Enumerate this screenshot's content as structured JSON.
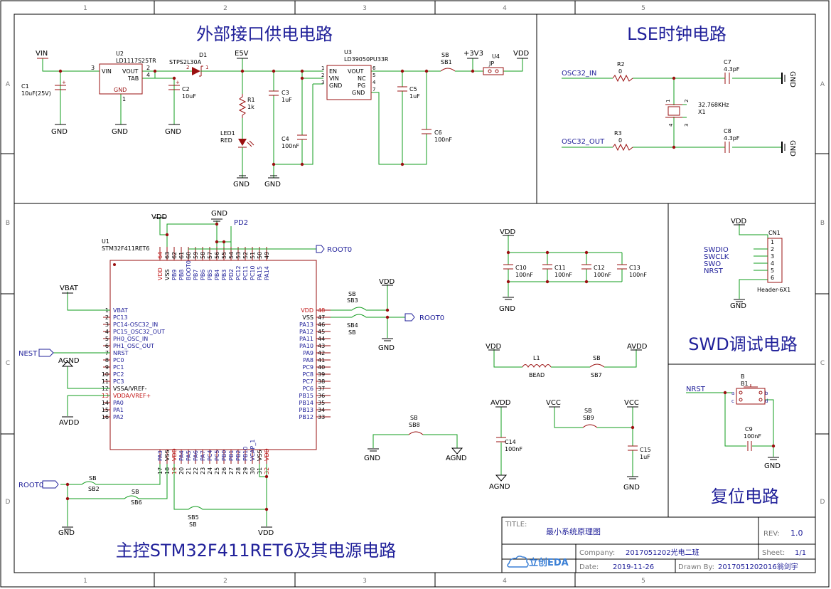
{
  "border": {
    "columns": [
      "1",
      "2",
      "3",
      "4",
      "5"
    ],
    "rows": [
      "A",
      "B",
      "C",
      "D"
    ]
  },
  "sections": {
    "power": "外部接口供电电路",
    "lse": "LSE时钟电路",
    "swd": "SWD调试电路",
    "reset": "复位电路",
    "main": "主控STM32F411RET6及其电源电路"
  },
  "power": {
    "vin": "VIN",
    "u2_ref": "U2",
    "u2_part": "LD1117S25TR",
    "u2_pin_vin": "VIN",
    "u2_pin_vout": "VOUT",
    "u2_pin_tab": "TAB",
    "u2_pin_gnd": "GND",
    "u2_num3": "3",
    "u2_num2": "2",
    "u2_num4": "4",
    "u2_num1": "1",
    "c1_ref": "C1",
    "c1_val": "10uF(25V)",
    "c2_ref": "C2",
    "c2_val": "10uF",
    "d1_ref": "D1",
    "d1_part": "STPS2L30A",
    "d1_pin2": "2",
    "d1_pin1": "1",
    "e5v": "E5V",
    "r1_ref": "R1",
    "r1_val": "1k",
    "led_ref": "LED1",
    "led_val": "RED",
    "c3_ref": "C3",
    "c3_val": "1uF",
    "c4_ref": "C4",
    "c4_val": "100nF",
    "u3_ref": "U3",
    "u3_part": "LD39050PU33R",
    "u3_pin_en": "EN",
    "u3_pin_vin": "VIN",
    "u3_pin_gnd": "GND",
    "u3_pin_vout": "VOUT",
    "u3_pin_nc": "NC",
    "u3_pin_pg": "PG",
    "u3_pin_gnd2": "GND",
    "u3_n1": "1",
    "u3_n2": "2",
    "u3_n3": "3",
    "u3_n6": "6",
    "u3_n5": "5",
    "u3_n4": "4",
    "u3_n7": "7",
    "c5_ref": "C5",
    "c5_val": "1uF",
    "c6_ref": "C6",
    "c6_val": "100nF",
    "sb1_a": "SB",
    "sb1_b": "SB1",
    "v33": "+3V3",
    "u4_ref": "U4",
    "u4_val": "JP",
    "vdd": "VDD",
    "gnd": "GND"
  },
  "lse": {
    "osc_in": "OSC32_IN",
    "osc_out": "OSC32_OUT",
    "r2_ref": "R2",
    "r2_val": "0",
    "r3_ref": "R3",
    "r3_val": "0",
    "c7_ref": "C7",
    "c7_val": "4.3pF",
    "c8_ref": "C8",
    "c8_val": "4.3pF",
    "x1_freq": "32.768KHz",
    "x1_ref": "X1",
    "x1_p1": "1",
    "x1_p2": "2",
    "x1_p3": "3",
    "x1_p4": "4",
    "gnd": "GND"
  },
  "mcu": {
    "ref": "U1",
    "part": "STM32F411RET6",
    "vdd_top": "VDD",
    "gnd_top": "GND",
    "pd2": "PD2",
    "root_top": "ROOT0",
    "vbat": "VBAT",
    "nest": "NEST",
    "agnd": "AGND",
    "avdd": "AVDD",
    "left_pins": [
      {
        "num": "1",
        "name": "VBAT"
      },
      {
        "num": "2",
        "name": "PC13"
      },
      {
        "num": "3",
        "name": "PC14-OSC32_IN"
      },
      {
        "num": "4",
        "name": "PC15_OSC32_OUT"
      },
      {
        "num": "5",
        "name": "PH0_OSC_IN"
      },
      {
        "num": "6",
        "name": "PH1_OSC_OUT"
      },
      {
        "num": "7",
        "name": "NRST"
      },
      {
        "num": "8",
        "name": "PC0"
      },
      {
        "num": "9",
        "name": "PC1"
      },
      {
        "num": "10",
        "name": "PC2"
      },
      {
        "num": "11",
        "name": "PC3"
      },
      {
        "num": "12",
        "name": "VSSA/VREF-"
      },
      {
        "num": "13",
        "name": "VDDA/VREF+"
      },
      {
        "num": "14",
        "name": "PA0"
      },
      {
        "num": "15",
        "name": "PA1"
      },
      {
        "num": "16",
        "name": "PA2"
      }
    ],
    "right_pins": [
      {
        "num": "48",
        "name": "VDD"
      },
      {
        "num": "47",
        "name": "VSS"
      },
      {
        "num": "46",
        "name": "PA13"
      },
      {
        "num": "45",
        "name": "PA12"
      },
      {
        "num": "44",
        "name": "PA11"
      },
      {
        "num": "43",
        "name": "PA10"
      },
      {
        "num": "42",
        "name": "PA9"
      },
      {
        "num": "41",
        "name": "PA8"
      },
      {
        "num": "40",
        "name": "PC9"
      },
      {
        "num": "39",
        "name": "PC8"
      },
      {
        "num": "38",
        "name": "PC7"
      },
      {
        "num": "37",
        "name": "PC6"
      },
      {
        "num": "36",
        "name": "PB15"
      },
      {
        "num": "35",
        "name": "PB14"
      },
      {
        "num": "34",
        "name": "PB13"
      },
      {
        "num": "33",
        "name": "PB12"
      }
    ],
    "top_pins": [
      {
        "num": "64",
        "name": "VDD"
      },
      {
        "num": "63",
        "name": "VSS"
      },
      {
        "num": "62",
        "name": "PB9"
      },
      {
        "num": "61",
        "name": "PB8"
      },
      {
        "num": "60",
        "name": "BOOT0"
      },
      {
        "num": "59",
        "name": "PB7"
      },
      {
        "num": "58",
        "name": "PB6"
      },
      {
        "num": "57",
        "name": "PB5"
      },
      {
        "num": "56",
        "name": "PB4"
      },
      {
        "num": "55",
        "name": "PB3"
      },
      {
        "num": "54",
        "name": "PD2"
      },
      {
        "num": "53",
        "name": "PC12"
      },
      {
        "num": "52",
        "name": "PC11"
      },
      {
        "num": "51",
        "name": "PC10"
      },
      {
        "num": "50",
        "name": "PA15"
      },
      {
        "num": "49",
        "name": "PA14"
      }
    ],
    "bottom_pins": [
      {
        "num": "17",
        "name": "PA3"
      },
      {
        "num": "18",
        "name": "VSS"
      },
      {
        "num": "19",
        "name": "VDD"
      },
      {
        "num": "20",
        "name": "PA4"
      },
      {
        "num": "21",
        "name": "PA5"
      },
      {
        "num": "22",
        "name": "PA6"
      },
      {
        "num": "23",
        "name": "PA7"
      },
      {
        "num": "24",
        "name": "PC4"
      },
      {
        "num": "25",
        "name": "PC5"
      },
      {
        "num": "26",
        "name": "PB0"
      },
      {
        "num": "27",
        "name": "PB1"
      },
      {
        "num": "28",
        "name": "PB2"
      },
      {
        "num": "29",
        "name": "PB10"
      },
      {
        "num": "30",
        "name": "VCAP_1"
      },
      {
        "num": "31",
        "name": "VSS"
      },
      {
        "num": "32",
        "name": "VDD"
      }
    ],
    "sb3_a": "SB",
    "sb3_b": "SB3",
    "sb4_a": "SB4",
    "sb4_b": "SB",
    "root_right": "ROOT0",
    "vdd_right": "VDD",
    "gnd_right": "GND",
    "root_bottom": "ROOT0",
    "sb2_a": "SB",
    "sb2_b": "SB2",
    "sb6_a": "SB",
    "sb6_b": "SB6",
    "sb5_a": "SB5",
    "sb5_b": "SB",
    "gnd_bottom": "GND",
    "vdd_bottom": "VDD"
  },
  "decoupling": {
    "vdd": "VDD",
    "gnd": "GND",
    "caps": [
      {
        "ref": "C10",
        "val": "100nF"
      },
      {
        "ref": "C11",
        "val": "100nF"
      },
      {
        "ref": "C12",
        "val": "100nF"
      },
      {
        "ref": "C13",
        "val": "100nF"
      }
    ]
  },
  "analog": {
    "vdd": "VDD",
    "avdd": "AVDD",
    "l1_ref": "L1",
    "l1_val": "BEAD",
    "sb7_a": "SB",
    "sb7_b": "SB7",
    "c14_avdd": "AVDD",
    "c14_ref": "C14",
    "c14_val": "100nF",
    "c14_agnd": "AGND",
    "vcc1": "VCC",
    "sb9_a": "SB",
    "sb9_b": "SB9",
    "vcc2": "VCC",
    "c15_ref": "C15",
    "c15_val": "1uF",
    "gnd": "GND",
    "sb8_a": "SB",
    "sb8_b": "SB8",
    "sb8_gnd": "GND",
    "sb8_agnd": "AGND"
  },
  "swd": {
    "vdd": "VDD",
    "cn_ref": "CN1",
    "cn_part": "Header-6X1",
    "signals": [
      "SWDIO",
      "SWCLK",
      "SWO",
      "NRST"
    ],
    "pins": [
      "1",
      "2",
      "3",
      "4",
      "5",
      "6"
    ],
    "gnd": "GND"
  },
  "reset": {
    "nrst": "NRST",
    "b_label": "B",
    "b_ref": "B1",
    "pin_a": "a",
    "pin_b": "b",
    "pin_c": "c",
    "pin_d": "d",
    "c9_ref": "C9",
    "c9_val": "100nF",
    "gnd": "GND"
  },
  "titleblock": {
    "title_label": "TITLE:",
    "title": "最小系统原理图",
    "rev_label": "REV:",
    "rev": "1.0",
    "company_label": "Company:",
    "company": "2017051202光电二班",
    "sheet_label": "Sheet:",
    "sheet": "1/1",
    "date_label": "Date:",
    "date": "2019-11-26",
    "drawn_label": "Drawn By:",
    "drawn": "2017051202016翁剑宇",
    "logo": "立创EDA"
  },
  "colors": {
    "wire": "#129c1e",
    "part": "#9a1010",
    "label": "#21219a",
    "frame": "#000000"
  }
}
